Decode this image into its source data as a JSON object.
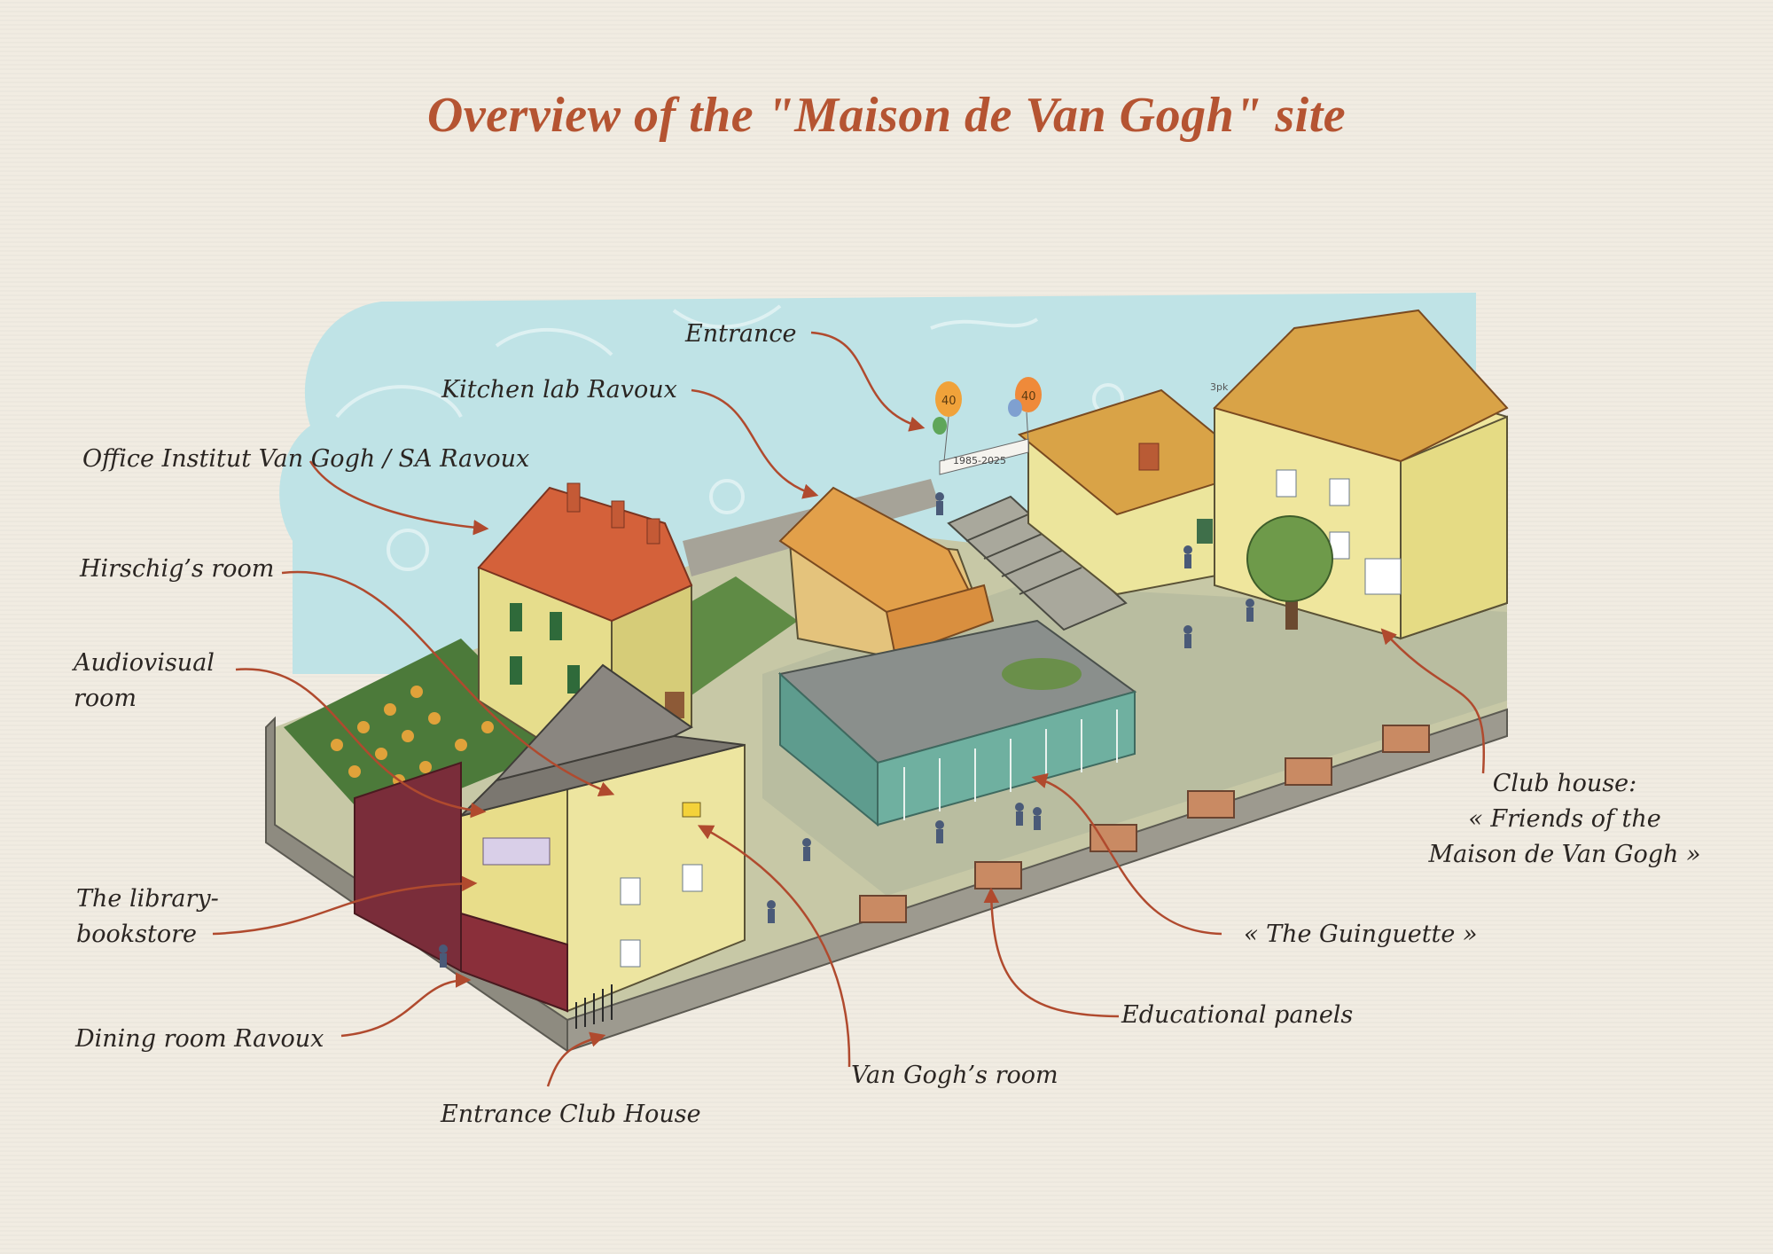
{
  "title": "Overview of the \"Maison de Van Gogh\" site",
  "colors": {
    "title": "#b55432",
    "arrow": "#b04a2e",
    "sky": "#bfe3e6",
    "text": "#2a2522"
  },
  "banner_text": "1985-2025",
  "balloon_text": "40",
  "signature": "3pk",
  "labels": {
    "entrance": "Entrance",
    "kitchen_lab": "Kitchen lab Ravoux",
    "office": "Office Institut Van Gogh / SA Ravoux",
    "hirschig": "Hirschig’s room",
    "audiovisual_1": "Audiovisual",
    "audiovisual_2": "room",
    "library_1": "The library-",
    "library_2": "bookstore",
    "dining": "Dining room Ravoux",
    "entrance_club": "Entrance Club House",
    "van_gogh_room": "Van Gogh’s room",
    "educational": "Educational panels",
    "guinguette": "« The Guinguette »",
    "club_1": "Club house:",
    "club_2": "« Friends of the",
    "club_3": "Maison de Van Gogh »"
  }
}
